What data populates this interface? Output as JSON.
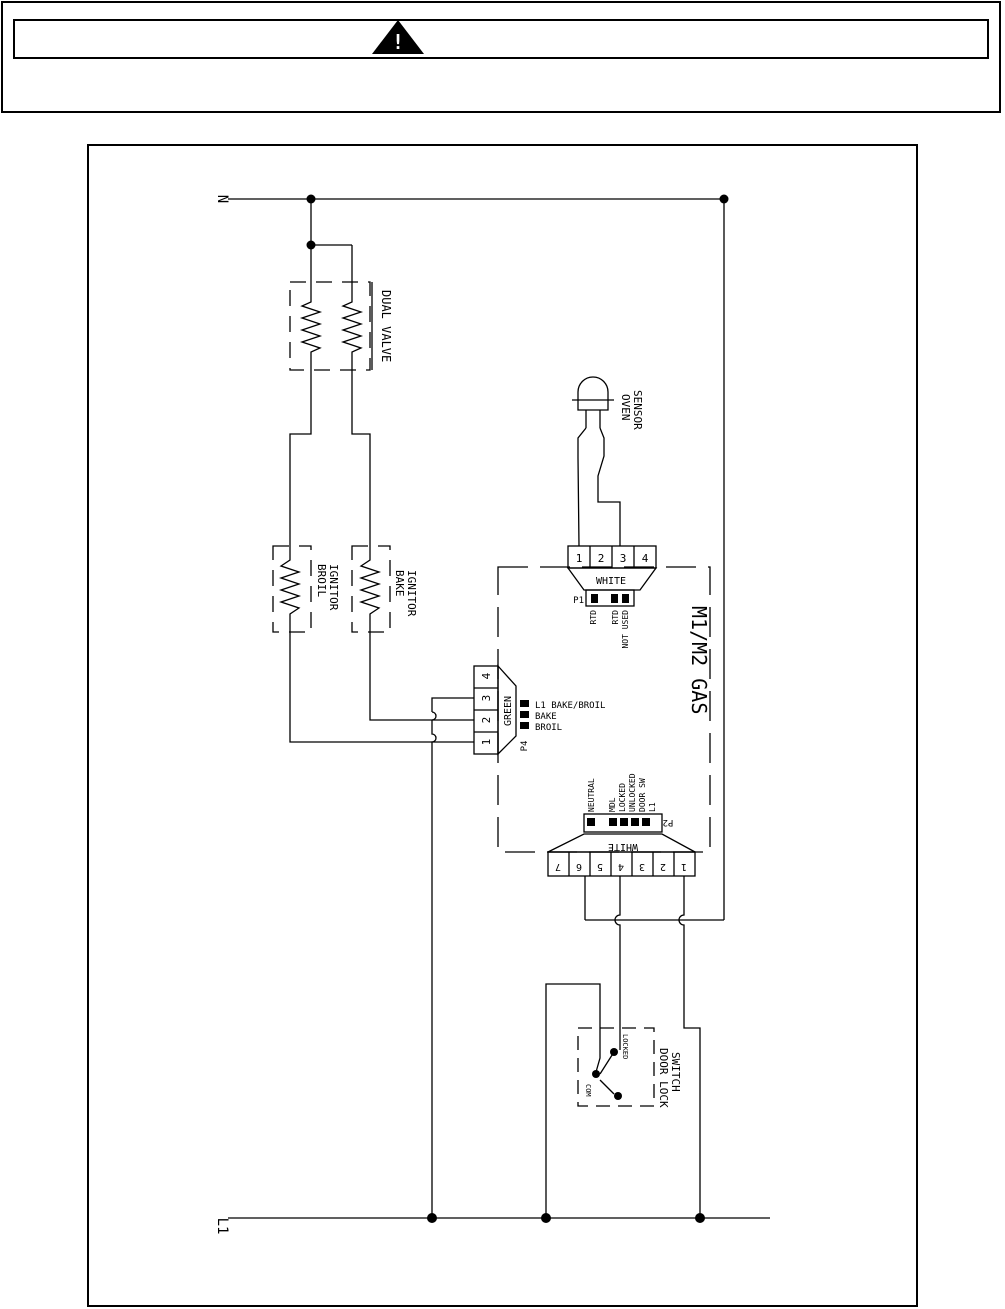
{
  "warning": {
    "icon": "warning-triangle-icon"
  },
  "diagram": {
    "neutral_label": "N",
    "line_label": "L1",
    "dual_valve_label": "DUAL VALVE",
    "broil_ignitor_label": [
      "BROIL",
      "IGNITOR"
    ],
    "bake_ignitor_label": [
      "BAKE",
      "IGNITOR"
    ],
    "oven_sensor_label": [
      "OVEN",
      "SENSOR"
    ],
    "control_label": "M1/M2 GAS",
    "p1": {
      "id": "P1",
      "color": "WHITE",
      "pins": [
        "1",
        "2",
        "3",
        "4"
      ],
      "signals": [
        "RTD",
        "RTD",
        "NOT USED"
      ]
    },
    "p4": {
      "id": "P4",
      "color": "GREEN",
      "pins": [
        "1",
        "2",
        "3",
        "4"
      ],
      "signals": [
        "L1 BAKE/BROIL",
        "BAKE",
        "BROIL"
      ]
    },
    "p2": {
      "id": "P2",
      "color": "WHITE",
      "pins": [
        "7",
        "6",
        "5",
        "4",
        "3",
        "2",
        "1"
      ],
      "signals": [
        "NEUTRAL",
        "MDL",
        "LOCKED",
        "UNLOCKED",
        "DOOR SW",
        "L1"
      ]
    },
    "door_lock_label": [
      "DOOR LOCK",
      "SWITCH"
    ],
    "switch_com_label": "COM",
    "switch_locked_label": "LOCKED"
  }
}
